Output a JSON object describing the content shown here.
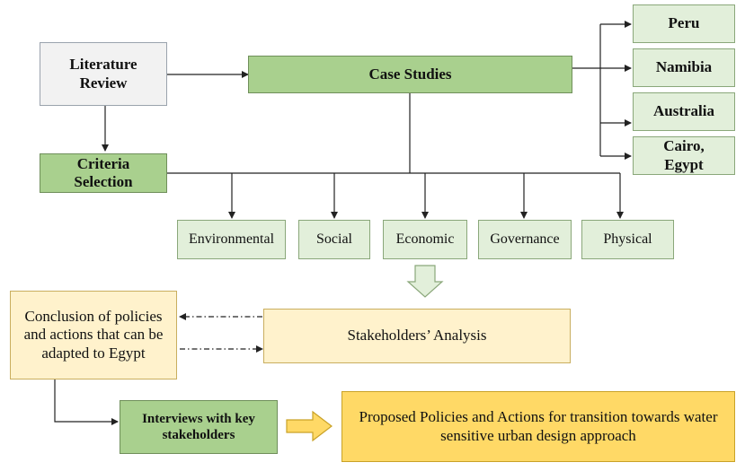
{
  "nodes": {
    "literature_review": "Literature Review",
    "case_studies": "Case Studies",
    "criteria_selection": "Criteria Selection",
    "countries": [
      "Peru",
      "Namibia",
      "Australia",
      "Cairo, Egypt"
    ],
    "criteria": [
      "Environmental",
      "Social",
      "Economic",
      "Governance",
      "Physical"
    ],
    "conclusion": "Conclusion of policies and actions that can be adapted to Egypt",
    "stakeholders_analysis": "Stakeholders’ Analysis",
    "interviews": "Interviews with key stakeholders",
    "proposed": "Proposed Policies and Actions for transition towards water sensitive urban design approach"
  },
  "colors": {
    "green": "#a9d08e",
    "light_green": "#e2efda",
    "cream": "#fff2cc",
    "gold": "#ffd966",
    "grey": "#f2f2f2"
  }
}
